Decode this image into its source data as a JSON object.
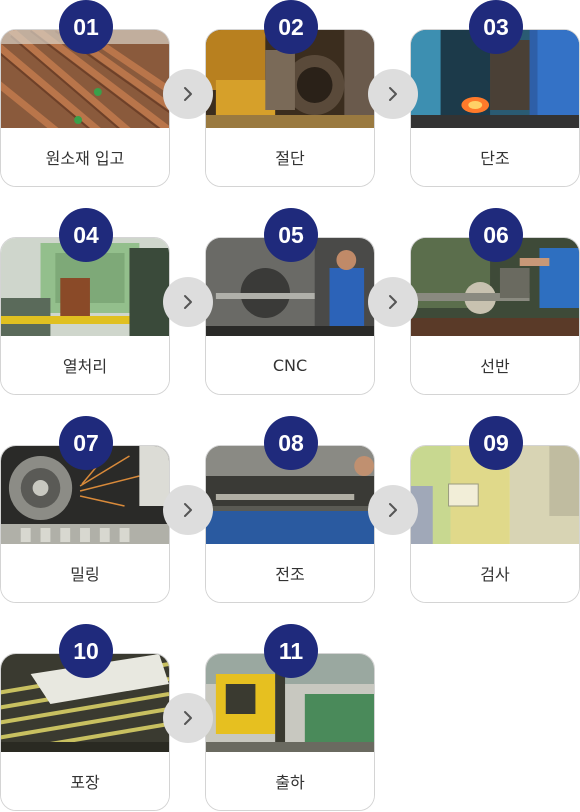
{
  "steps": [
    {
      "num": "01",
      "label": "원소재 입고"
    },
    {
      "num": "02",
      "label": "절단"
    },
    {
      "num": "03",
      "label": "단조"
    },
    {
      "num": "04",
      "label": "열처리"
    },
    {
      "num": "05",
      "label": "CNC"
    },
    {
      "num": "06",
      "label": "선반"
    },
    {
      "num": "07",
      "label": "밀링"
    },
    {
      "num": "08",
      "label": "전조"
    },
    {
      "num": "09",
      "label": "검사"
    },
    {
      "num": "10",
      "label": "포장"
    },
    {
      "num": "11",
      "label": "출하"
    }
  ],
  "colors": {
    "badge": "#1f2a7c",
    "arrow_bg": "#dddddd",
    "arrow_stroke": "#555555",
    "card_border": "#d4d4d4"
  }
}
